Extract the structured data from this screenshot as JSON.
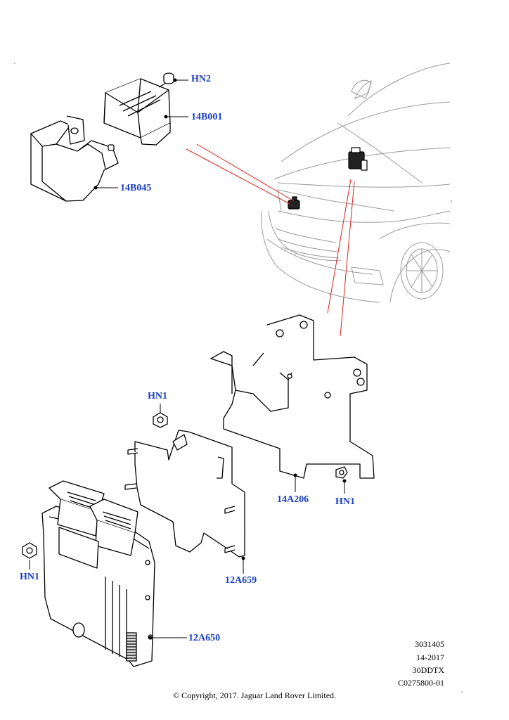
{
  "callouts": {
    "hn2": "HN2",
    "part_14b001": "14B001",
    "part_14b045": "14B045",
    "hn1_top": "HN1",
    "part_14a206": "14A206",
    "hn1_right": "HN1",
    "hn1_left": "HN1",
    "part_12a659": "12A659",
    "part_12a650": "12A650"
  },
  "reference": {
    "line1": "3031405",
    "line2": "14-2017",
    "line3": "30DDTX",
    "line4": "C0275800-01"
  },
  "copyright": "© Copyright, 2017. Jaguar Land Rover Limited.",
  "colors": {
    "callout_text": "#1a3fc4",
    "leader_red": "#e02020",
    "line_art": "#000000",
    "vehicle_outline": "#9a9a9a"
  }
}
